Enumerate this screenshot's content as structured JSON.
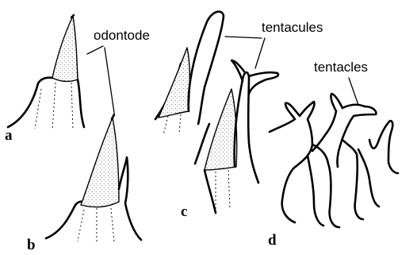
{
  "labels": {
    "odontode": "odontode",
    "tentacules": "tentacules",
    "tentacles": "tentacles"
  },
  "panels": [
    "a",
    "b",
    "c",
    "d"
  ]
}
